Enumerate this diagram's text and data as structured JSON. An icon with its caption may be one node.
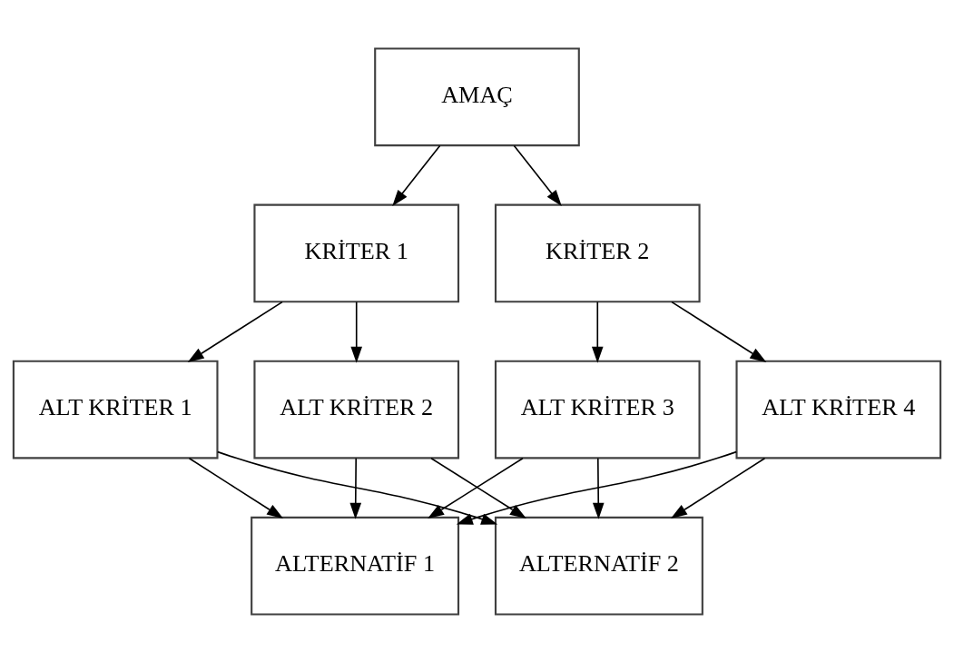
{
  "diagram": {
    "nodes": [
      {
        "text": [
          "AMAÇ"
        ]
      },
      {
        "text": [
          "KRİTER 1"
        ]
      },
      {
        "text": [
          "KRİTER 2"
        ]
      },
      {
        "text": [
          "ALT KRİTER 1"
        ]
      },
      {
        "text": [
          "ALT KRİTER 2"
        ]
      },
      {
        "text": [
          "ALT KRİTER 3"
        ]
      },
      {
        "text": [
          "ALT KRİTER 4"
        ]
      },
      {
        "text": [
          "ALTERNATİF 1"
        ]
      },
      {
        "text": [
          "ALTERNATİF 2"
        ]
      }
    ],
    "edges": [
      {
        "from": 0,
        "to": 1,
        "arrow": "to"
      },
      {
        "from": 0,
        "to": 2,
        "arrow": "to"
      },
      {
        "from": 1,
        "to": 3,
        "arrow": "to"
      },
      {
        "from": 1,
        "to": 4,
        "arrow": "to"
      },
      {
        "from": 2,
        "to": 5,
        "arrow": "to"
      },
      {
        "from": 2,
        "to": 6,
        "arrow": "to"
      },
      {
        "from": 3,
        "to": 7,
        "arrow": "to"
      },
      {
        "from": 3,
        "to": 8,
        "arrow": "to"
      },
      {
        "from": 4,
        "to": 7,
        "arrow": "to"
      },
      {
        "from": 4,
        "to": 8,
        "arrow": "to"
      },
      {
        "from": 5,
        "to": 7,
        "arrow": "to"
      },
      {
        "from": 5,
        "to": 8,
        "arrow": "to"
      },
      {
        "from": 6,
        "to": 7,
        "arrow": "to"
      },
      {
        "from": 6,
        "to": 8,
        "arrow": "to"
      }
    ]
  }
}
